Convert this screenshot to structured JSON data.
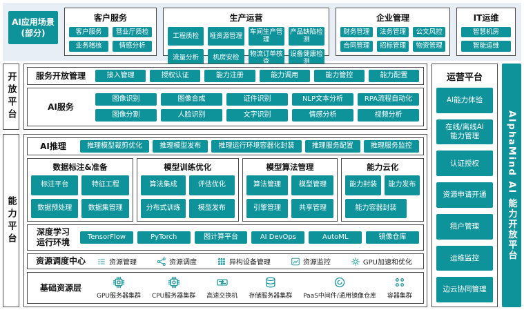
{
  "colors": {
    "accent": "#0e939b",
    "top_bg": "#e7eef5"
  },
  "scene_label": "AI应用场景\n(部分)",
  "scenario_groups": [
    {
      "title": "客户服务",
      "items": [
        "客户服务",
        "营业厅质检",
        "业务稽核",
        "情感分析"
      ]
    },
    {
      "title": "生产运营",
      "items": [
        "工程质检",
        "哑资源管理",
        "车间生产管理",
        "产品缺陷检测",
        "流量分析",
        "机房安检",
        "物流订单核查",
        "设备健康检测"
      ]
    },
    {
      "title": "企业管理",
      "items": [
        "财务管理",
        "法务管理",
        "公文风控",
        "合同管理",
        "招标管理",
        "物资管理"
      ]
    },
    {
      "title": "IT运维",
      "items": [
        "智慧机房",
        "智能运维"
      ]
    }
  ],
  "open_platform": {
    "side_label": "开放平台",
    "service_row": {
      "title": "服务开放管理",
      "items": [
        "接入管理",
        "授权认证",
        "能力注册",
        "能力调用",
        "能力管控",
        "能力配置"
      ]
    },
    "ai_service_row": {
      "title": "AI服务",
      "items": [
        "图像识别",
        "图像合成",
        "证件识别",
        "NLP文本分析",
        "RPA流程自动化",
        "图像分割",
        "人脸识别",
        "文字识别",
        "情感分析",
        "视频分析"
      ]
    }
  },
  "capability_platform": {
    "side_label": "能力平台",
    "inference_row": {
      "title": "AI推理",
      "items": [
        "推理模型裁剪优化",
        "推理模型发布",
        "推理运行环境容器化封装",
        "推理服务配置",
        "推理服务监控"
      ]
    },
    "sub_groups": [
      {
        "title": "数据标注&准备",
        "items": [
          "标注平台",
          "特征工程",
          "数据预处理",
          "数据集管理"
        ]
      },
      {
        "title": "模型训练优化",
        "items": [
          "算法集成",
          "评估优化",
          "分布式训练",
          "模型发布"
        ]
      },
      {
        "title": "模型算法管理",
        "items": [
          "算法管理",
          "模型管理",
          "引擎管理",
          "共享管理"
        ]
      },
      {
        "title": "能力云化",
        "items": [
          "能力封装",
          "能力发布",
          "能力容器封装"
        ]
      }
    ],
    "dl_row": {
      "title": "深度学习\n运行环境",
      "items": [
        "TensorFlow",
        "PyTorch",
        "图计算平台",
        "AI DevOps",
        "AutoML",
        "镜像仓库"
      ]
    },
    "resource_row": {
      "title": "资源调度中心",
      "items": [
        {
          "icon": "list-icon",
          "label": "资源管理"
        },
        {
          "icon": "network-icon",
          "label": "资源调度"
        },
        {
          "icon": "devices-icon",
          "label": "异构设备管理"
        },
        {
          "icon": "monitor-chart-icon",
          "label": "资源监控"
        },
        {
          "icon": "gear-icon",
          "label": "GPU加速和优化"
        }
      ]
    },
    "base_row": {
      "title": "基础资源层",
      "items": [
        {
          "icon": "gpu-chip-icon",
          "label": "GPU服务器集群"
        },
        {
          "icon": "cpu-chip-icon",
          "label": "CPU服务器集群"
        },
        {
          "icon": "switch-icon",
          "label": "高速交换机"
        },
        {
          "icon": "storage-icon",
          "label": "存储服务器集群"
        },
        {
          "icon": "paas-icon",
          "label": "PaaS中间件/通用镜像仓库"
        },
        {
          "icon": "container-icon",
          "label": "容器集群"
        }
      ]
    }
  },
  "operations_platform": {
    "title": "运营平台",
    "items": [
      "AI能力体验",
      "在线/离线AI\n能力管理",
      "认证授权",
      "资源申请开通",
      "租户管理",
      "运维监控",
      "边云协同管理"
    ]
  },
  "brand_bar": "AlphaMind AI 能力开放平台"
}
